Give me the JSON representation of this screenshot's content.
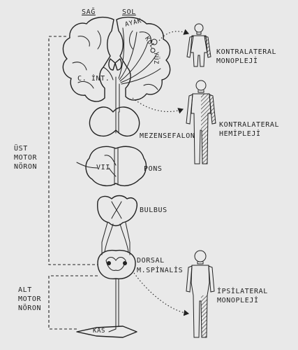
{
  "labels": {
    "sag": "SAĞ",
    "sol": "SOL",
    "ayak": "AYAK",
    "kol": "KOL",
    "yuz": "YÜZ",
    "c_int": "C. İNT.",
    "mezensefalon": "MEZENSEFALON",
    "vii": "VII",
    "pons": "PONS",
    "bulbus": "BULBUS",
    "dorsal": "DORSAL",
    "m_spinalis": "M.SPİNALİS",
    "kas": "KAS",
    "ust_motor_noron": [
      "ÜST",
      "MOTOR",
      "NÖRON"
    ],
    "alt_motor_noron": [
      "ALT",
      "MOTOR",
      "NÖRON"
    ],
    "contralateral_monoplegia": [
      "KONTRALATERAL",
      "MONOPLEJİ"
    ],
    "contralateral_hemiplegia": [
      "KONTRALATERAL",
      "HEMİPLEJİ"
    ],
    "ipsilateral_monoplegia": [
      "İPSİLATERAL",
      "MONOPLEJİ"
    ]
  },
  "colors": {
    "background": "#e9e9e9",
    "ink": "#222222"
  }
}
